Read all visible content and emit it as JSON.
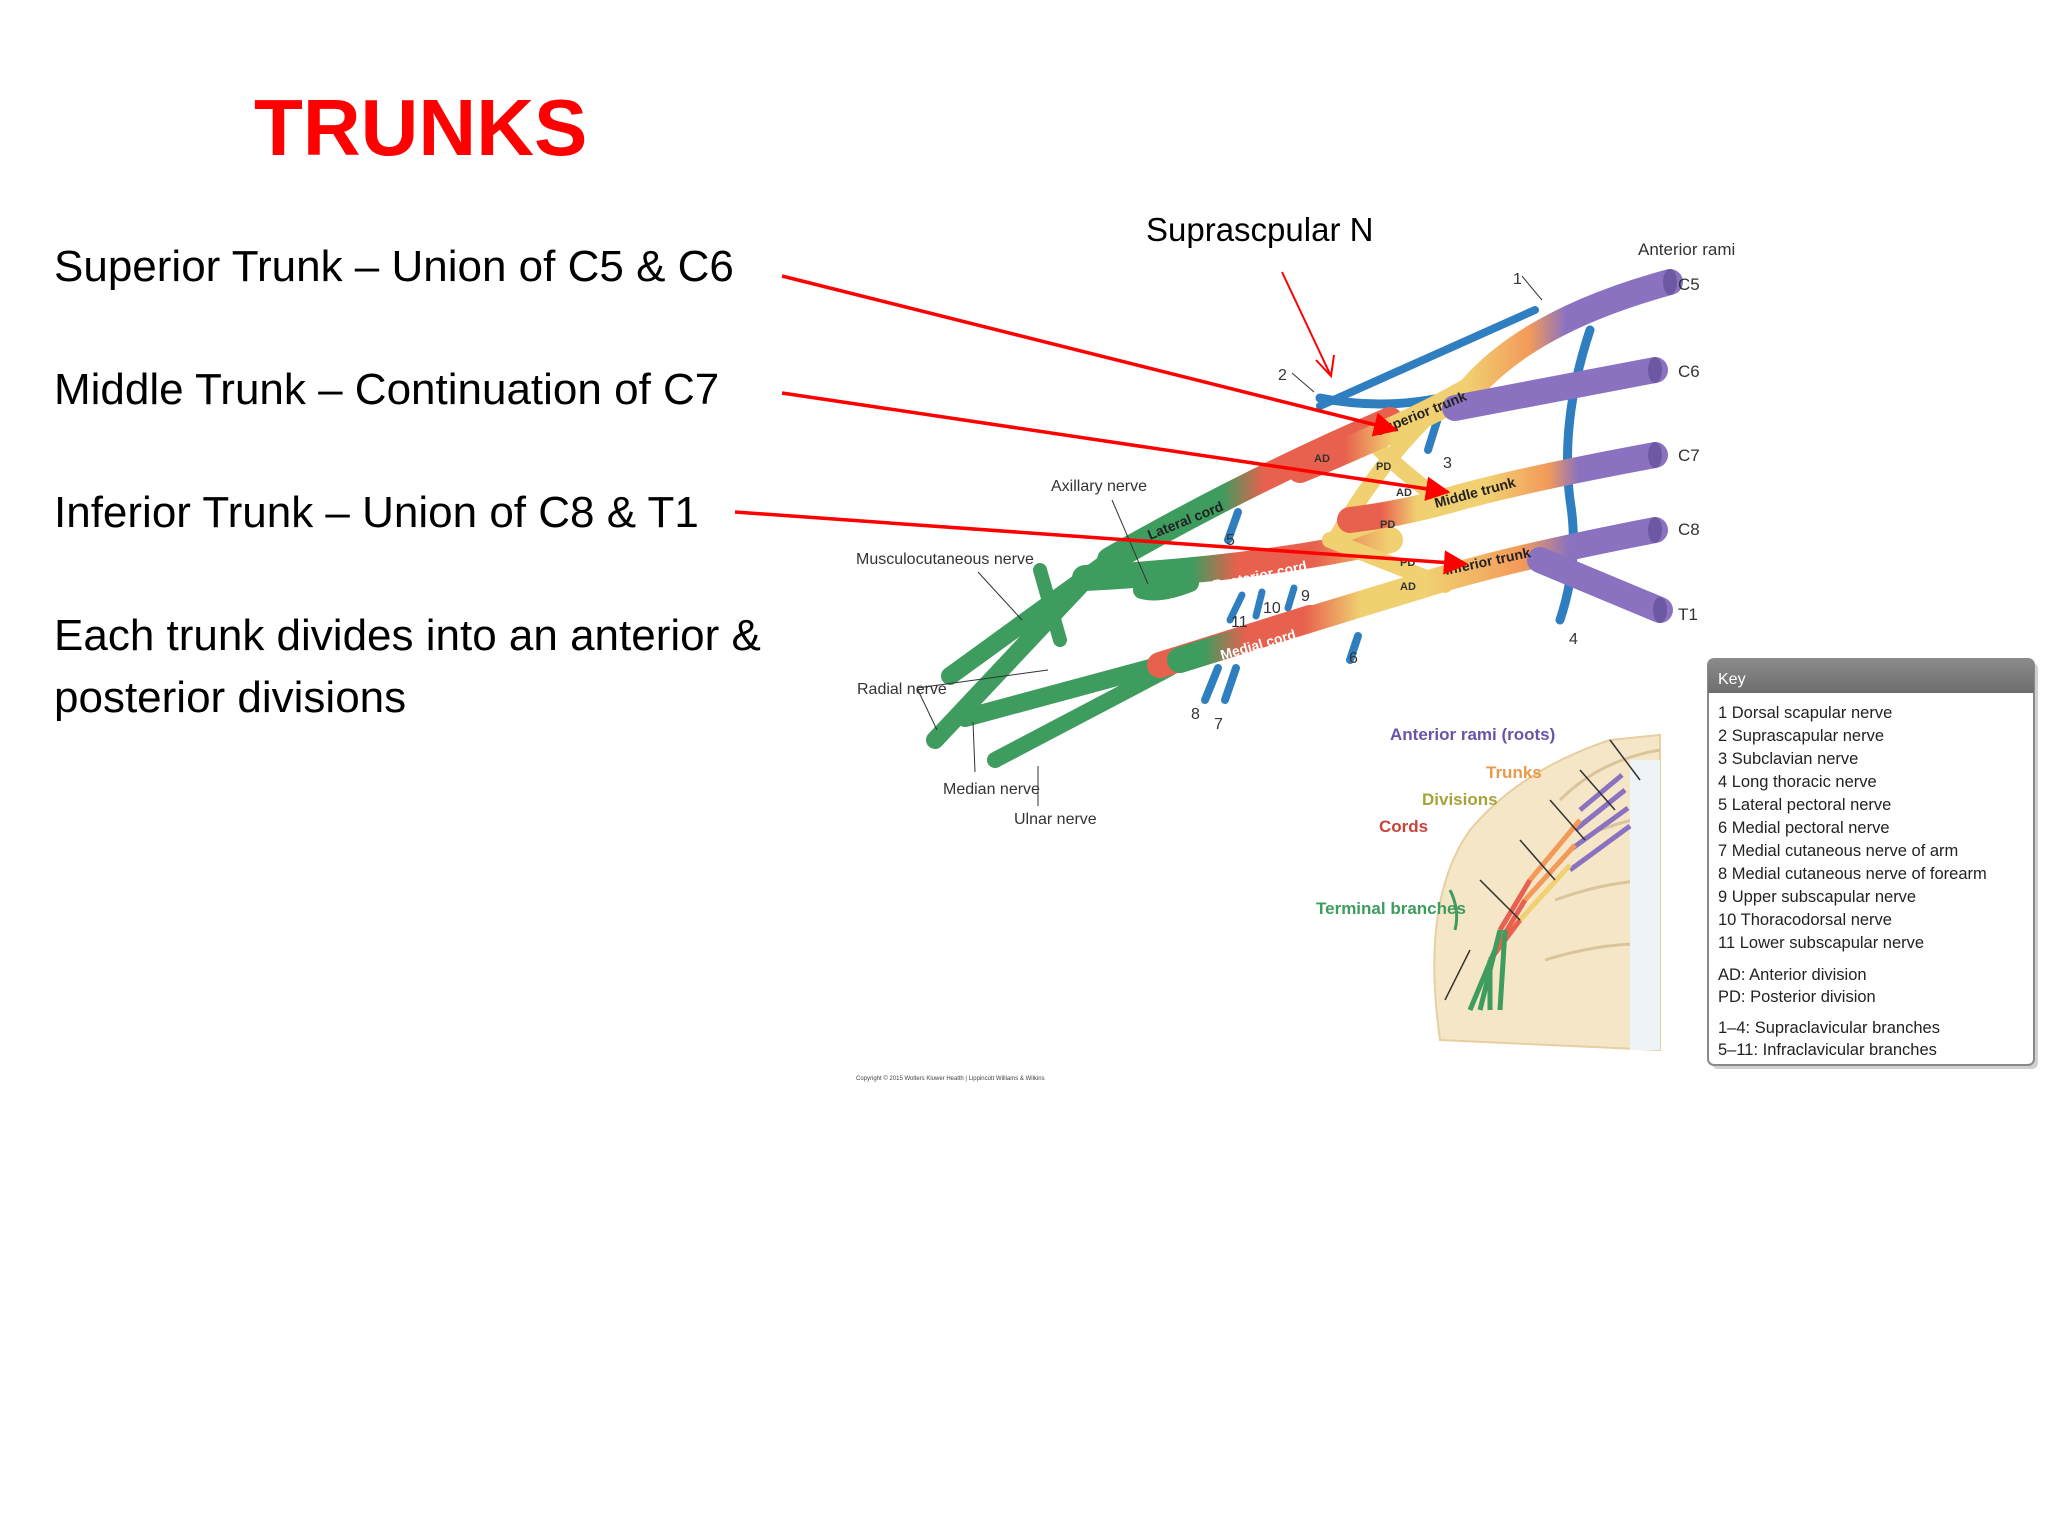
{
  "slide": {
    "title": "TRUNKS",
    "bullets": [
      "Superior Trunk – Union of C5 & C6",
      "Middle Trunk – Continuation of C7",
      "Inferior Trunk – Union of C8 & T1",
      "Each trunk divides into an anterior & posterior divisions"
    ],
    "annotation": "Suprascpular N"
  },
  "diagram": {
    "anterior_rami_label": "Anterior rami",
    "roots": [
      "C5",
      "C6",
      "C7",
      "C8",
      "T1"
    ],
    "trunks": [
      "Superior trunk",
      "Middle trunk",
      "Inferior trunk"
    ],
    "cords": [
      "Lateral cord",
      "Posterior cord",
      "Medial cord"
    ],
    "division_tags": {
      "ad": "AD",
      "pd": "PD"
    },
    "nerves": {
      "axillary": "Axillary nerve",
      "musculocutaneous": "Musculocutaneous nerve",
      "radial": "Radial nerve",
      "median": "Median nerve",
      "ulnar": "Ulnar nerve"
    },
    "numbers": [
      "1",
      "2",
      "3",
      "4",
      "5",
      "6",
      "7",
      "8",
      "9",
      "10",
      "11"
    ],
    "inset_labels": {
      "roots": "Anterior rami (roots)",
      "trunks": "Trunks",
      "divisions": "Divisions",
      "cords": "Cords",
      "terminal": "Terminal branches"
    },
    "copyright": "Copyright © 2015 Wolters Kluwer Health | Lippincott Williams & Wilkins",
    "key": {
      "title": "Key",
      "items": [
        "1  Dorsal scapular nerve",
        "2  Suprascapular nerve",
        "3  Subclavian nerve",
        "4  Long thoracic nerve",
        "5  Lateral pectoral nerve",
        "6  Medial pectoral nerve",
        "7  Medial cutaneous nerve of arm",
        "8  Medial cutaneous nerve of forearm",
        "9  Upper subscapular nerve",
        "10  Thoracodorsal nerve",
        "11  Lower subscapular nerve"
      ],
      "abbr": [
        "AD: Anterior division",
        "PD: Posterior division"
      ],
      "ranges": [
        "1–4: Supraclavicular branches",
        "5–11: Infraclavicular branches"
      ]
    },
    "colors": {
      "roots": "#8a72c0",
      "trunks": "#f0d070",
      "cords": "#e8604e",
      "terminal": "#3e9c5e",
      "branches": "#2f7fc0",
      "arrows": "#ff0000"
    }
  }
}
